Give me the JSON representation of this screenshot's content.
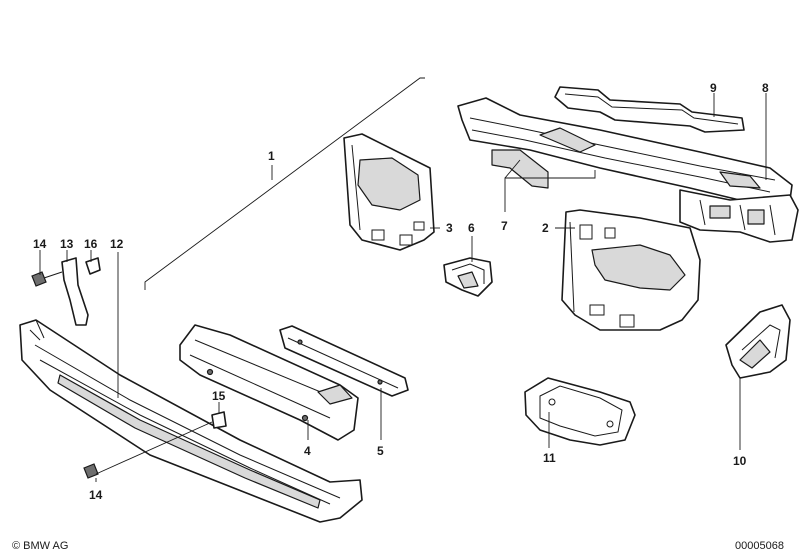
{
  "callouts": {
    "c1": "1",
    "c2": "2",
    "c3": "3",
    "c4": "4",
    "c5": "5",
    "c6": "6",
    "c7": "7",
    "c8": "8",
    "c9": "9",
    "c10": "10",
    "c11": "11",
    "c12": "12",
    "c13": "13",
    "c14a": "14",
    "c14b": "14",
    "c15": "15",
    "c16": "16"
  },
  "footer": {
    "copyright": "© BMW AG",
    "diagram_id": "00005068"
  }
}
